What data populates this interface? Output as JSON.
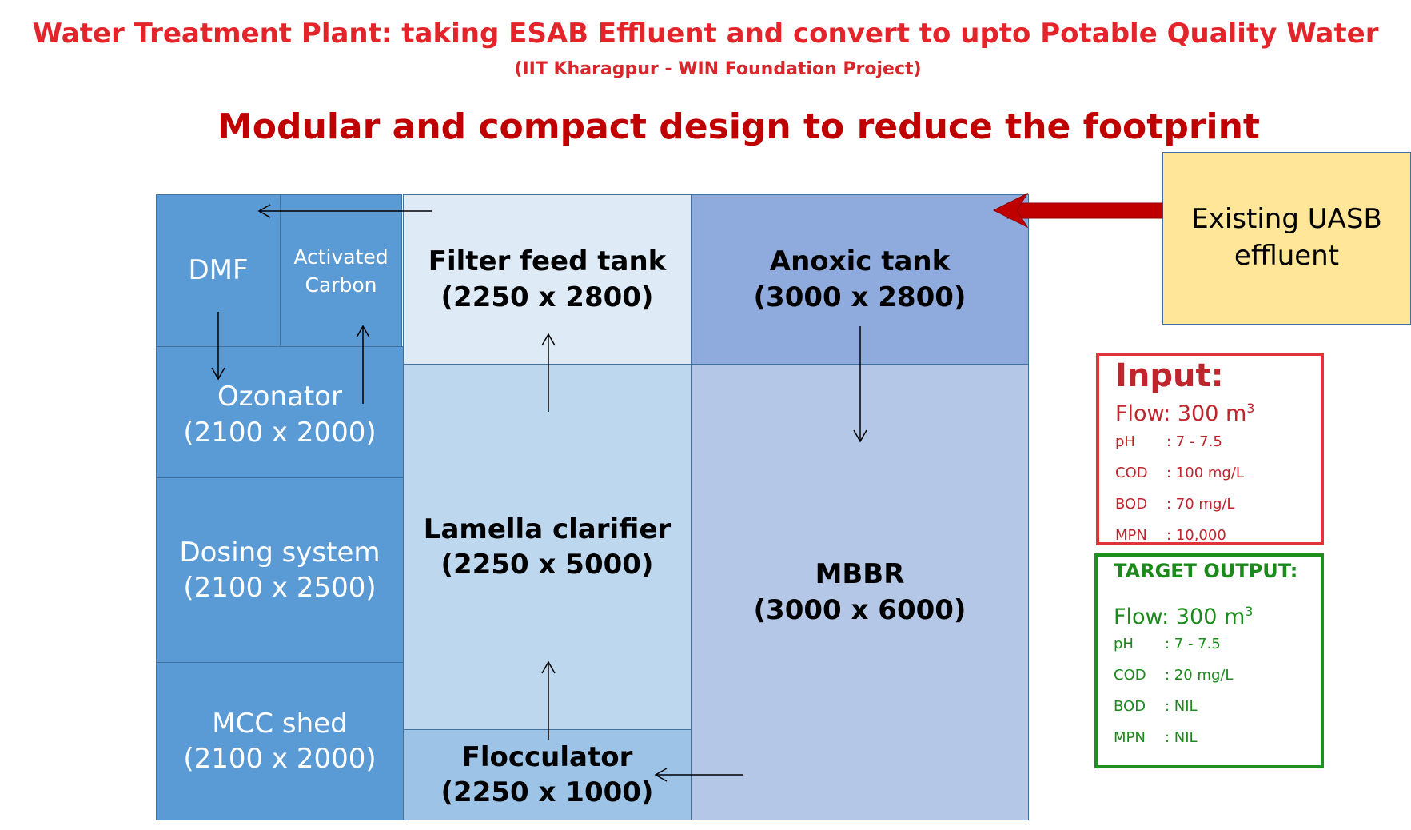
{
  "header": {
    "title": "Water Treatment Plant: taking ESAB Effluent and convert to upto Potable Quality Water",
    "subtitle": "(IIT Kharagpur - WIN Foundation Project)",
    "headline": "Modular and compact design to reduce the footprint"
  },
  "blocks": {
    "dmf": {
      "label": "DMF"
    },
    "activated_carbon": {
      "line1": "Activated",
      "line2": "Carbon"
    },
    "ozonator": {
      "label": "Ozonator",
      "dims": "(2100 x 2000)"
    },
    "dosing": {
      "label": "Dosing system",
      "dims": "(2100 x 2500)"
    },
    "mcc": {
      "label": "MCC shed",
      "dims": "(2100 x 2000)"
    },
    "filter_feed": {
      "label": "Filter feed tank",
      "dims": "(2250 x 2800)"
    },
    "lamella": {
      "label": "Lamella clarifier",
      "dims": "(2250 x 5000)"
    },
    "flocculator": {
      "label": "Flocculator",
      "dims": "(2250  x 1000)"
    },
    "anoxic": {
      "label": "Anoxic tank",
      "dims": "(3000 x 2800)"
    },
    "mbbr": {
      "label": "MBBR",
      "dims": "(3000 x 6000)"
    },
    "uasb": {
      "line1": "Existing UASB",
      "line2": "effluent"
    }
  },
  "input": {
    "title": "Input:",
    "flow_prefix": "Flow: 300 m",
    "flow_sup": "3",
    "params": [
      {
        "key": "pH",
        "value": ":  7 - 7.5"
      },
      {
        "key": "COD",
        "value": ": 100 mg/L"
      },
      {
        "key": "BOD",
        "value": ": 70 mg/L"
      },
      {
        "key": "MPN",
        "value": ": 10,000"
      }
    ]
  },
  "output": {
    "title": "TARGET OUTPUT:",
    "flow_prefix": "Flow: 300 m",
    "flow_sup": "3",
    "params": [
      {
        "key": "pH",
        "value": ":  7 - 7.5"
      },
      {
        "key": "COD",
        "value": ": 20 mg/L"
      },
      {
        "key": "BOD",
        "value": ": NIL"
      },
      {
        "key": "MPN",
        "value": ": NIL"
      }
    ]
  },
  "colors": {
    "title_red": "#e3242b",
    "headline_red": "#c00000",
    "dark_block": "#5b9bd5",
    "uasb_yellow": "#ffe699",
    "arrow_red": "#c00000",
    "input_red": "#e0333a",
    "output_green": "#1f8f1f"
  }
}
